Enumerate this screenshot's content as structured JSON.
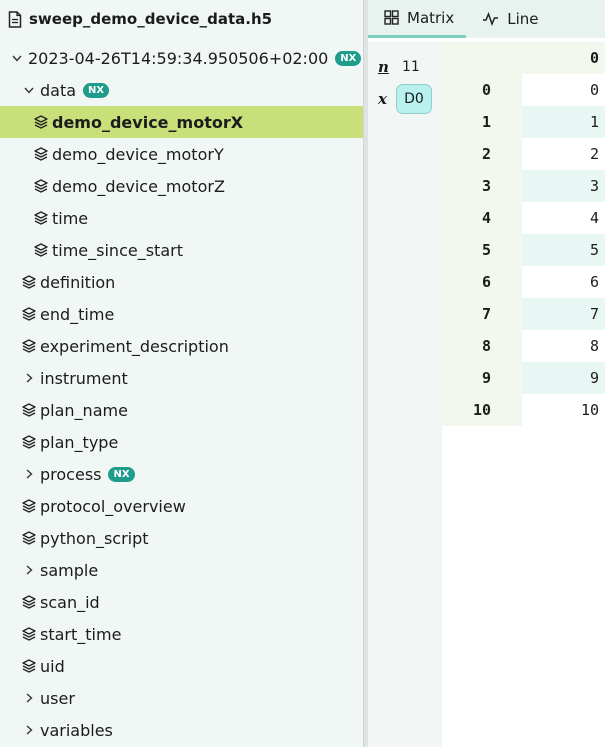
{
  "file": {
    "name": "sweep_demo_device_data.h5"
  },
  "tree": [
    {
      "label": "2023-04-26T14:59:34.950506+02:00",
      "indent": 0,
      "kind": "group",
      "expanded": true,
      "nx": true
    },
    {
      "label": "data",
      "indent": 1,
      "kind": "group",
      "expanded": true,
      "nx": true
    },
    {
      "label": "demo_device_motorX",
      "indent": 2,
      "kind": "dataset",
      "selected": true
    },
    {
      "label": "demo_device_motorY",
      "indent": 2,
      "kind": "dataset"
    },
    {
      "label": "demo_device_motorZ",
      "indent": 2,
      "kind": "dataset"
    },
    {
      "label": "time",
      "indent": 2,
      "kind": "dataset"
    },
    {
      "label": "time_since_start",
      "indent": 2,
      "kind": "dataset"
    },
    {
      "label": "definition",
      "indent": 1,
      "kind": "dataset"
    },
    {
      "label": "end_time",
      "indent": 1,
      "kind": "dataset"
    },
    {
      "label": "experiment_description",
      "indent": 1,
      "kind": "dataset"
    },
    {
      "label": "instrument",
      "indent": 1,
      "kind": "group",
      "expanded": false
    },
    {
      "label": "plan_name",
      "indent": 1,
      "kind": "dataset"
    },
    {
      "label": "plan_type",
      "indent": 1,
      "kind": "dataset"
    },
    {
      "label": "process",
      "indent": 1,
      "kind": "group",
      "expanded": false,
      "nx": true
    },
    {
      "label": "protocol_overview",
      "indent": 1,
      "kind": "dataset"
    },
    {
      "label": "python_script",
      "indent": 1,
      "kind": "dataset"
    },
    {
      "label": "sample",
      "indent": 1,
      "kind": "group",
      "expanded": false
    },
    {
      "label": "scan_id",
      "indent": 1,
      "kind": "dataset"
    },
    {
      "label": "start_time",
      "indent": 1,
      "kind": "dataset"
    },
    {
      "label": "uid",
      "indent": 1,
      "kind": "dataset"
    },
    {
      "label": "user",
      "indent": 1,
      "kind": "group",
      "expanded": false
    },
    {
      "label": "variables",
      "indent": 1,
      "kind": "group",
      "expanded": false
    }
  ],
  "nx_badge": "NX",
  "tabs": [
    {
      "label": "Matrix",
      "active": true
    },
    {
      "label": "Line",
      "active": false
    }
  ],
  "dims": {
    "n_label": "n",
    "n_value": "11",
    "x_label": "x",
    "x_chip": "D0"
  },
  "matrix": {
    "column_header": "0",
    "rows": [
      {
        "index": "0",
        "value": "0"
      },
      {
        "index": "1",
        "value": "1"
      },
      {
        "index": "2",
        "value": "2"
      },
      {
        "index": "3",
        "value": "3"
      },
      {
        "index": "4",
        "value": "4"
      },
      {
        "index": "5",
        "value": "5"
      },
      {
        "index": "6",
        "value": "6"
      },
      {
        "index": "7",
        "value": "7"
      },
      {
        "index": "8",
        "value": "8"
      },
      {
        "index": "9",
        "value": "9"
      },
      {
        "index": "10",
        "value": "10"
      }
    ]
  },
  "colors": {
    "selected": "#c8df7a",
    "accent": "#1e9c8c",
    "tab_underline": "#7fcfbe"
  }
}
